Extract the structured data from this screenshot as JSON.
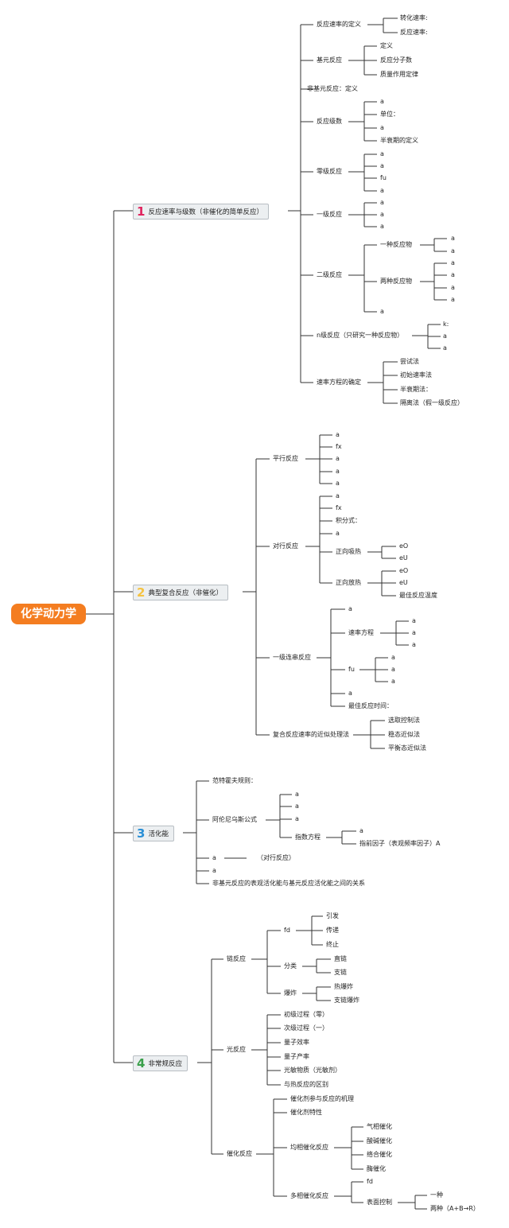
{
  "root": "化学动力学",
  "branches": [
    {
      "num": "1",
      "color": "#e0245e",
      "label": "反应速率与级数（非催化的简单反应）"
    },
    {
      "num": "2",
      "color": "#f5c342",
      "label": "典型复合反应（非催化）"
    },
    {
      "num": "3",
      "color": "#2a8fd6",
      "label": "活化能"
    },
    {
      "num": "4",
      "color": "#3aa04a",
      "label": "非常规反应"
    }
  ],
  "nodes": [
    "反应速率的定义",
    "转化速率:",
    "反应速率:",
    "基元反应",
    "定义",
    "反应分子数",
    "质量作用定律",
    "非基元反应：定义",
    "反应级数",
    "a",
    "单位：",
    "a",
    "半衰期的定义",
    "零级反应",
    "a",
    "a",
    "fu",
    "a",
    "一级反应",
    "a",
    "a",
    "a",
    "二级反应",
    "一种反应物",
    "a",
    "a",
    "两种反应物",
    "a",
    "a",
    "a",
    "a",
    "a",
    "n级反应（只研究一种反应物）",
    "k:",
    "a",
    "a",
    "速率方程的确定",
    "尝试法",
    "初始速率法",
    "半衰期法：",
    "隔离法（假一级反应）",
    "平行反应",
    "a",
    "fx",
    "a",
    "a",
    "a",
    "对行反应",
    "a",
    "fx",
    "积分式：",
    "a",
    "正向吸热",
    "eO",
    "eU",
    "正向放热",
    "eO",
    "eU",
    "最佳反应温度",
    "一级连串反应",
    "a",
    "速率方程",
    "a",
    "a",
    "a",
    "fu",
    "a",
    "a",
    "a",
    "a",
    "最佳反应时间：",
    "复合反应速率的近似处理法",
    "选取控制法",
    "稳态近似法",
    "平衡态近似法",
    "范特霍夫规则：",
    "阿伦尼乌斯公式",
    "a",
    "a",
    "a",
    "指数方程",
    "a",
    "指前因子（表观频率因子）A",
    "a",
    "（对行反应）",
    "a",
    "非基元反应的表观活化能与基元反应活化能之间的关系",
    "链反应",
    "fd",
    "引发",
    "传递",
    "终止",
    "分类",
    "直链",
    "支链",
    "爆炸",
    "热爆炸",
    "支链爆炸",
    "光反应",
    "初级过程（零）",
    "次级过程（一）",
    "量子效率",
    "量子产率",
    "光敏物质（光敏剂）",
    "与热反应的区别",
    "催化反应",
    "催化剂参与反应的机理",
    "催化剂特性",
    "均相催化反应",
    "气相催化",
    "酸碱催化",
    "络合催化",
    "酶催化",
    "多相催化反应",
    "fd",
    "表面控制",
    "一种",
    "两种（A+B→R）"
  ]
}
